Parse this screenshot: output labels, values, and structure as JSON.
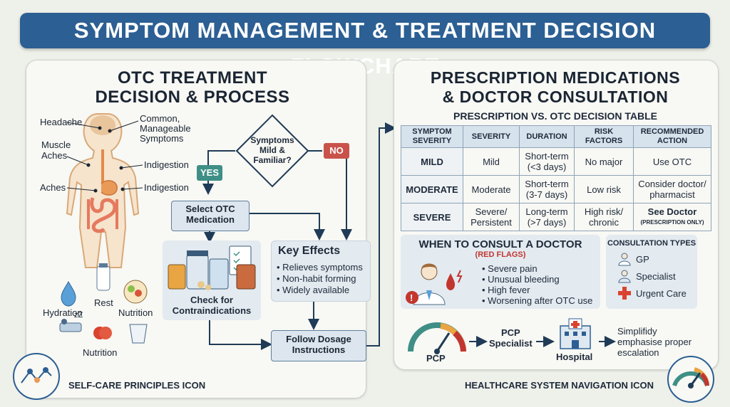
{
  "title": "SYMPTOM MANAGEMENT & TREATMENT DECISION FLOWCHART",
  "left": {
    "header_line1": "OTC TREATMENT",
    "header_line2": "DECISION & PROCESS",
    "body_labels": {
      "headache": "Headache",
      "common_line1": "Common,",
      "common_line2": "Manageable",
      "common_line3": "Symptoms",
      "muscle_line1": "Muscle",
      "muscle_line2": "Aches",
      "indigestion_upper": "Indigestion",
      "aches": "Aches",
      "indigestion_lower": "Indigestion"
    },
    "decision_line1": "Symptoms",
    "decision_line2": "Mild &",
    "decision_line3": "Familiar?",
    "yes": "YES",
    "no": "NO",
    "select_line1": "Select OTC",
    "select_line2": "Medication",
    "check_line1": "Check for",
    "check_line2": "Contraindications",
    "key_effects_title": "Key Effects",
    "key_effects": [
      "• Relieves symptoms",
      "• Non-habit forming",
      "• Widely available"
    ],
    "dosage_line1": "Follow Dosage",
    "dosage_line2": "Instructions",
    "selfcare": {
      "hydration": "Hydration",
      "rest": "Rest",
      "nutrition1": "Nutrition",
      "nutrition2": "Nutrition"
    },
    "footer": "SELF-CARE PRINCIPLES ICON"
  },
  "right": {
    "header_line1": "PRESCRIPTION MEDICATIONS",
    "header_line2": "& DOCTOR CONSULTATION",
    "table_title": "PRESCRIPTION VS. OTC DECISION TABLE",
    "table_headers": [
      [
        "SYMPTOM",
        "SEVERITY"
      ],
      [
        "SEVERITY",
        ""
      ],
      [
        "DURATION",
        ""
      ],
      [
        "RISK",
        "FACTORS"
      ],
      [
        "RECOMMENDED",
        "ACTION"
      ]
    ],
    "rows": [
      {
        "sev": "MILD",
        "severity": [
          "Mild",
          ""
        ],
        "duration": [
          "Short-term",
          "(<3 days)"
        ],
        "risk": [
          "No major",
          ""
        ],
        "action": [
          "Use OTC",
          ""
        ],
        "action_note": ""
      },
      {
        "sev": "MODERATE",
        "severity": [
          "Moderate",
          ""
        ],
        "duration": [
          "Short-term",
          "(3-7 days)"
        ],
        "risk": [
          "Low risk",
          ""
        ],
        "action": [
          "Consider doctor/",
          "pharmacist"
        ],
        "action_note": ""
      },
      {
        "sev": "SEVERE",
        "severity": [
          "Severe/",
          "Persistent"
        ],
        "duration": [
          "Long-term",
          "(>7 days)"
        ],
        "risk": [
          "High risk/",
          "chronic"
        ],
        "action": [
          "See Doctor",
          ""
        ],
        "action_note": "(PRESCRIPTION ONLY)"
      }
    ],
    "consult_title": "WHEN TO CONSULT A DOCTOR",
    "red_flags_label": "(RED FLAGS)",
    "red_flags": [
      "• Severe pain",
      "• Unusual bleeding",
      "• High fever",
      "• Worsening after OTC use"
    ],
    "consult_types_title": "CONSULTATION TYPES",
    "consult_types": [
      "GP",
      "Specialist",
      "Urgent Care"
    ],
    "nav_pcp": "PCP",
    "nav_pcp2": "PCP",
    "nav_specialist": "Specialist",
    "nav_hospital": "Hospital",
    "nav_note_line1": "Simplifidy",
    "nav_note_line2": "emphasise proper",
    "nav_note_line3": "escalation",
    "footer": "HEALTHCARE SYSTEM NAVIGATION ICON"
  },
  "colors": {
    "navy": "#2c5f93",
    "yes_green": "#3f8f86",
    "no_red": "#c9534a",
    "red_flag": "#c2362f",
    "box_fill": "#dde6ee",
    "arrow": "#1f3b57"
  }
}
